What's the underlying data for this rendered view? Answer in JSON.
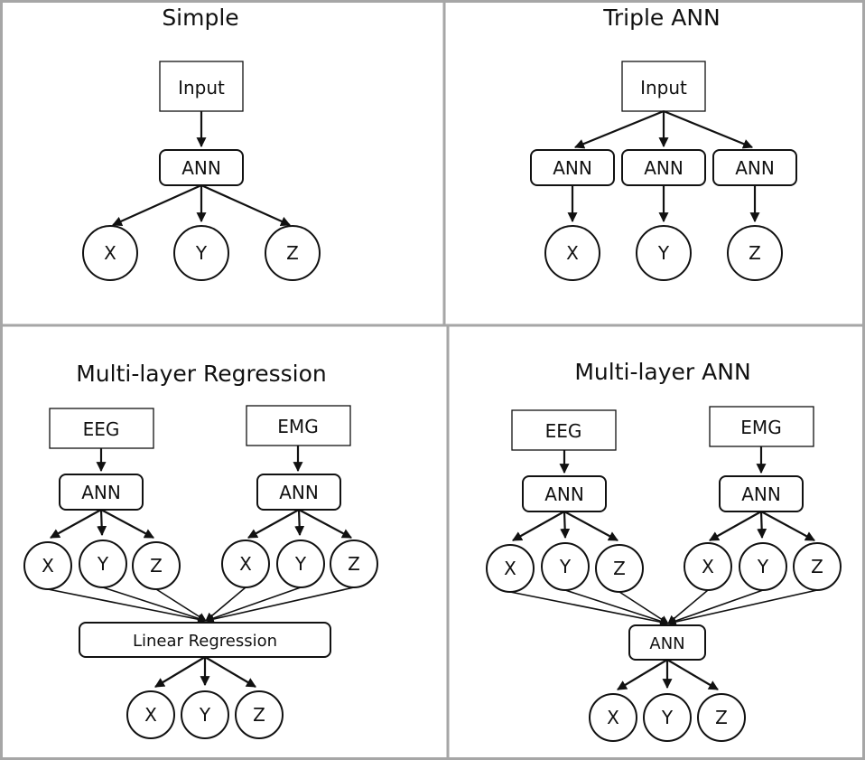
{
  "panels": {
    "simple": {
      "title": "Simple",
      "input": "Input",
      "ann": "ANN",
      "outputs": [
        "X",
        "Y",
        "Z"
      ]
    },
    "triple": {
      "title": "Triple ANN",
      "input": "Input",
      "anns": [
        "ANN",
        "ANN",
        "ANN"
      ],
      "outputs": [
        "X",
        "Y",
        "Z"
      ]
    },
    "ml_regression": {
      "title": "Multi-layer Regression",
      "eeg": "EEG",
      "emg": "EMG",
      "ann_left": "ANN",
      "ann_right": "ANN",
      "left_outputs": [
        "X",
        "Y",
        "Z"
      ],
      "right_outputs": [
        "X",
        "Y",
        "Z"
      ],
      "combiner": "Linear Regression",
      "final_outputs": [
        "X",
        "Y",
        "Z"
      ]
    },
    "ml_ann": {
      "title": "Multi-layer ANN",
      "eeg": "EEG",
      "emg": "EMG",
      "ann_left": "ANN",
      "ann_right": "ANN",
      "left_outputs": [
        "X",
        "Y",
        "Z"
      ],
      "right_outputs": [
        "X",
        "Y",
        "Z"
      ],
      "combiner": "ANN",
      "final_outputs": [
        "X",
        "Y",
        "Z"
      ]
    }
  }
}
